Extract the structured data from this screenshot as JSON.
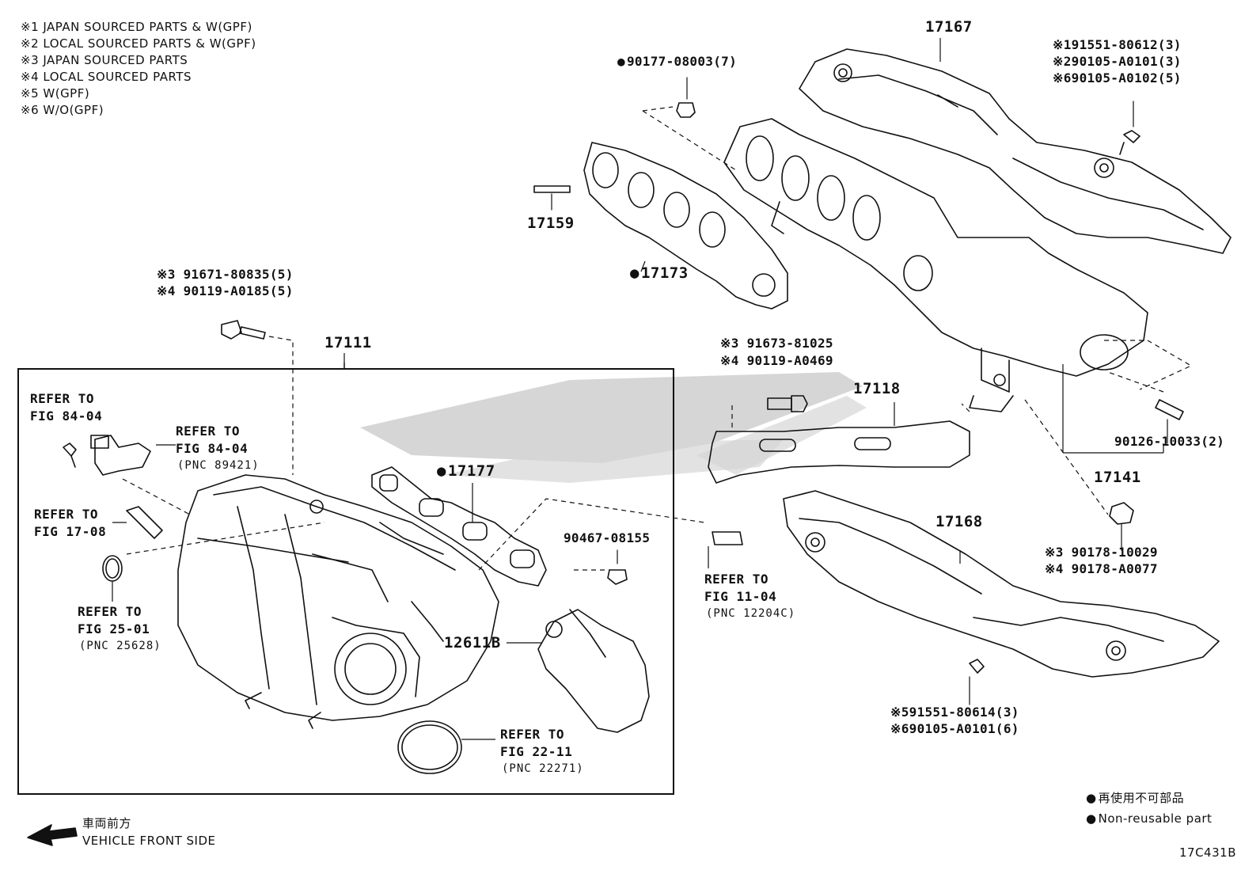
{
  "legend": {
    "items": [
      "※1 JAPAN SOURCED PARTS & W(GPF)",
      "※2 LOCAL SOURCED PARTS & W(GPF)",
      "※3 JAPAN SOURCED PARTS",
      "※4 LOCAL SOURCED PARTS",
      "※5 W(GPF)",
      "※6 W/O(GPF)"
    ]
  },
  "parts": {
    "p17167": "17167",
    "p17167_notes": [
      "※191551-80612(3)",
      "※290105-A0101(3)",
      "※690105-A0102(5)"
    ],
    "p90177": "90177-08003(7)",
    "p17159": "17159",
    "p17173": "17173",
    "p17111": "17111",
    "p17111_bolt": [
      "※3 91671-80835(5)",
      "※4 90119-A0185(5)"
    ],
    "p17118_bolt": [
      "※3 91673-81025",
      "※4 90119-A0469"
    ],
    "p17118": "17118",
    "p90126": "90126-10033(2)",
    "p17141": "17141",
    "p17141_nut": [
      "※3 90178-10029",
      "※4 90178-A0077"
    ],
    "p17177": "17177",
    "p90467": "90467-08155",
    "p12611B": "12611B",
    "p17168": "17168",
    "p17168_notes": [
      "※591551-80614(3)",
      "※690105-A0101(6)"
    ]
  },
  "refs": {
    "r1": [
      "REFER TO",
      "FIG 84-04"
    ],
    "r2": [
      "REFER TO",
      "FIG 84-04",
      "(PNC 89421)"
    ],
    "r3": [
      "REFER TO",
      "FIG 17-08"
    ],
    "r4": [
      "REFER TO",
      "FIG 25-01",
      "(PNC 25628)"
    ],
    "r5": [
      "REFER TO",
      "FIG 11-04",
      "(PNC 12204C)"
    ],
    "r6": [
      "REFER TO",
      "FIG 22-11",
      "(PNC 22271)"
    ]
  },
  "footer": {
    "nonreusable_jp": "再使用不可部品",
    "nonreusable_en": "Non-reusable part",
    "front_jp": "車両前方",
    "front_en": "VEHICLE FRONT SIDE",
    "figure_code": "17C431B"
  }
}
